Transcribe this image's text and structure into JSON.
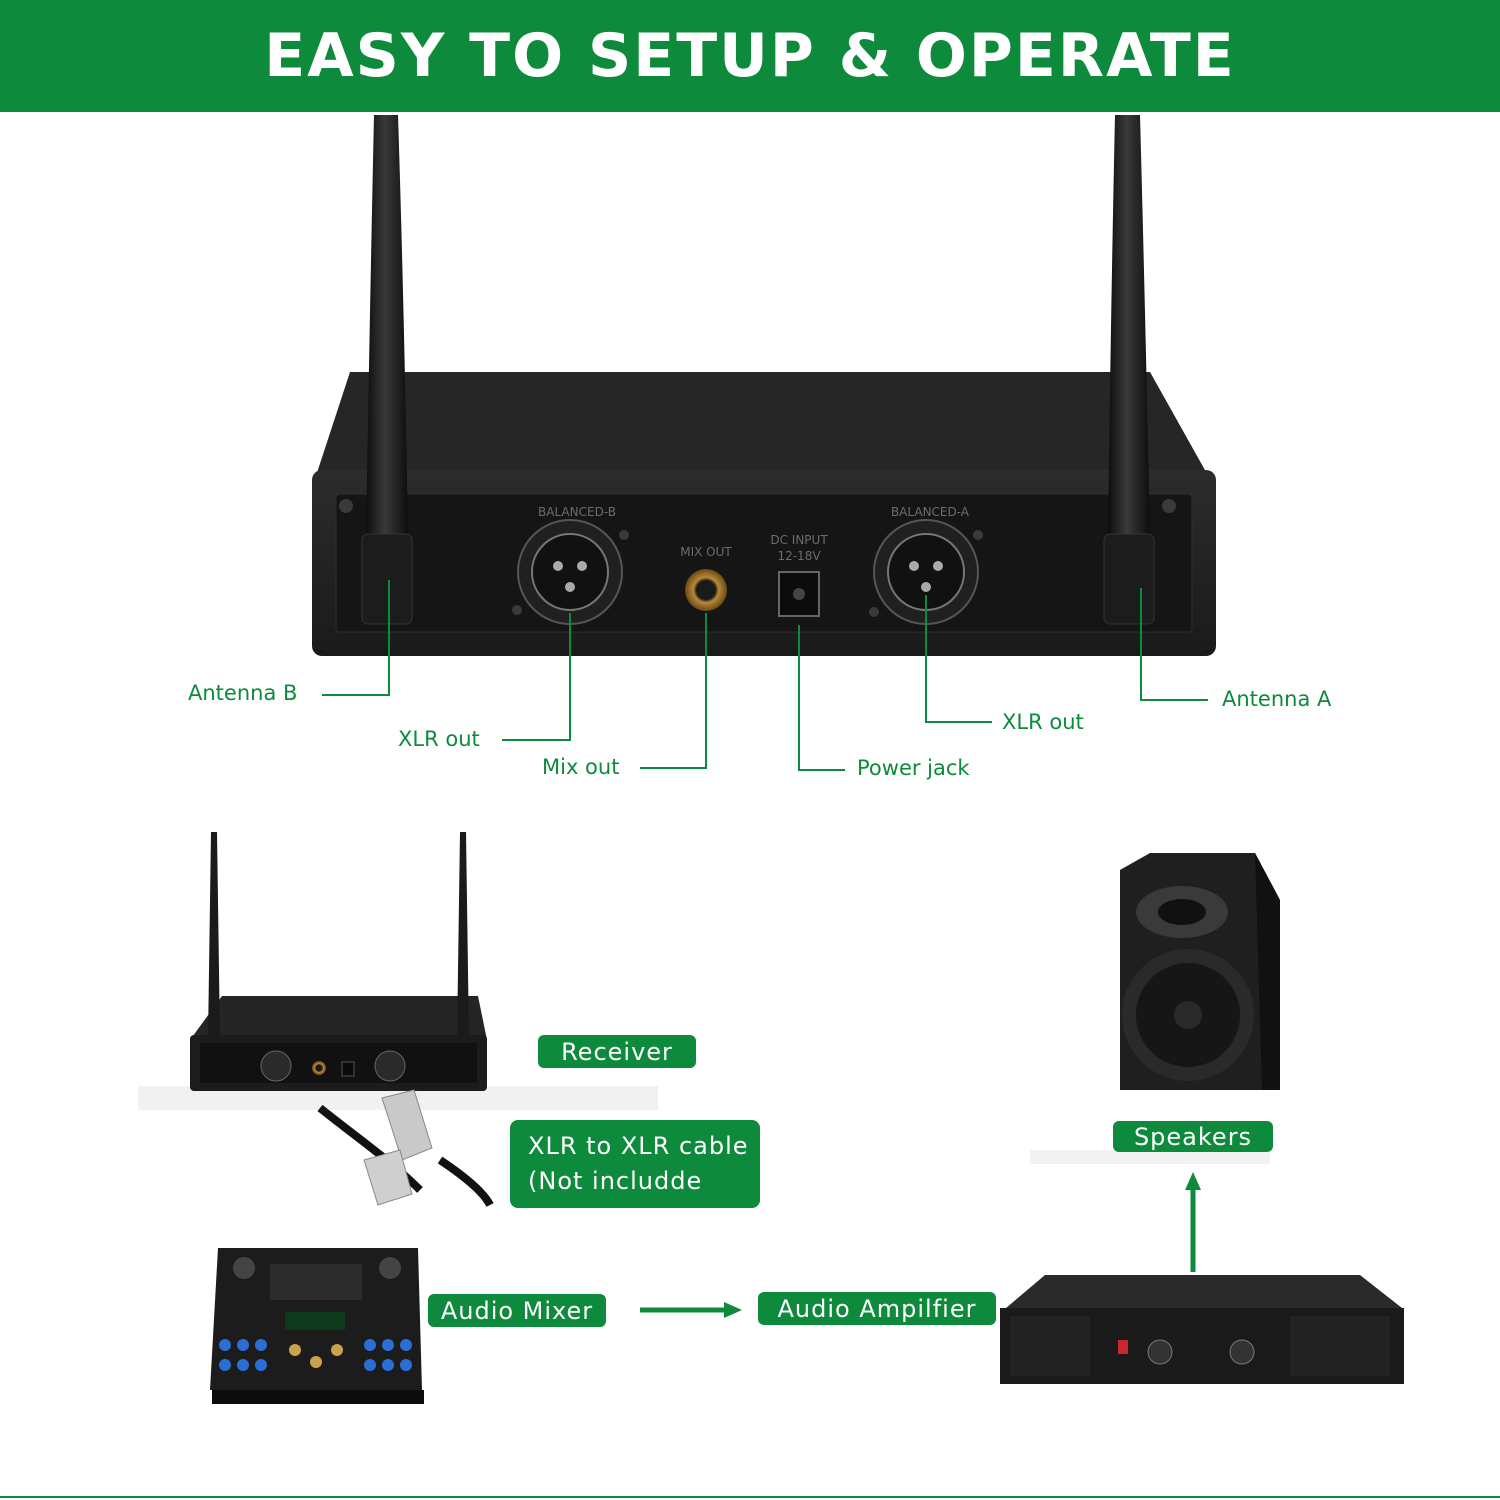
{
  "banner": {
    "title": "EASY TO SETUP & OPERATE"
  },
  "receiver_panel": {
    "port_labels": {
      "balanced_b": "BALANCED-B",
      "mix_out": "MIX OUT",
      "dc_input": "DC INPUT",
      "dc_voltage": "12-18V",
      "balanced_a": "BALANCED-A"
    }
  },
  "callouts": {
    "antenna_b": "Antenna B",
    "xlr_out_left": "XLR out",
    "mix_out": "Mix out",
    "power_jack": "Power jack",
    "xlr_out_right": "XLR out",
    "antenna_a": "Antenna A"
  },
  "flow": {
    "receiver": "Receiver",
    "cable_line1": "XLR to XLR cable",
    "cable_line2": "(Not includde",
    "audio_mixer": "Audio Mixer",
    "audio_amplifier": "Audio Ampilfier",
    "speakers": "Speakers"
  },
  "colors": {
    "accent": "#0e8a3c",
    "device": "#1e1e1e",
    "panel": "#141414"
  }
}
